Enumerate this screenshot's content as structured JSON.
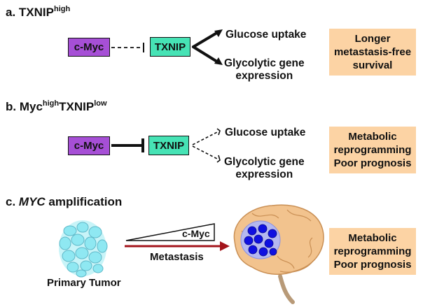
{
  "panel_a": {
    "heading_prefix": "a. TXNIP",
    "heading_sup": "high",
    "cmyc": "c-Myc",
    "txnip": "TXNIP",
    "target1": "Glucose uptake",
    "target2_line1": "Glycolytic gene",
    "target2_line2": "expression",
    "outcome": [
      "Longer",
      "metastasis-free",
      "survival"
    ]
  },
  "panel_b": {
    "heading_prefix": "b. Myc",
    "heading_sup1": "high",
    "heading_mid": "TXNIP",
    "heading_sup2": "low",
    "cmyc": "c-Myc",
    "txnip": "TXNIP",
    "target1": "Glucose uptake",
    "target2_line1": "Glycolytic gene",
    "target2_line2": "expression",
    "outcome": [
      "Metabolic",
      "reprogramming",
      "Poor prognosis"
    ]
  },
  "panel_c": {
    "heading_prefix": "c. ",
    "heading_italic": "MYC",
    "heading_suffix": " amplification",
    "wedge_label": "c-Myc",
    "arrow_label": "Metastasis",
    "tumor_label": "Primary Tumor",
    "outcome": [
      "Metabolic",
      "reprogramming",
      "Poor prognosis"
    ]
  },
  "colors": {
    "cmyc_box": "#a64fd6",
    "txnip_box": "#46e3b5",
    "outcome_box": "#fcd3a4",
    "metastasis_arrow": "#a3141b",
    "brain": "#f2c38e",
    "tumor_cell": "#8fe8f2",
    "metastatic_cell": "#1010e0"
  }
}
